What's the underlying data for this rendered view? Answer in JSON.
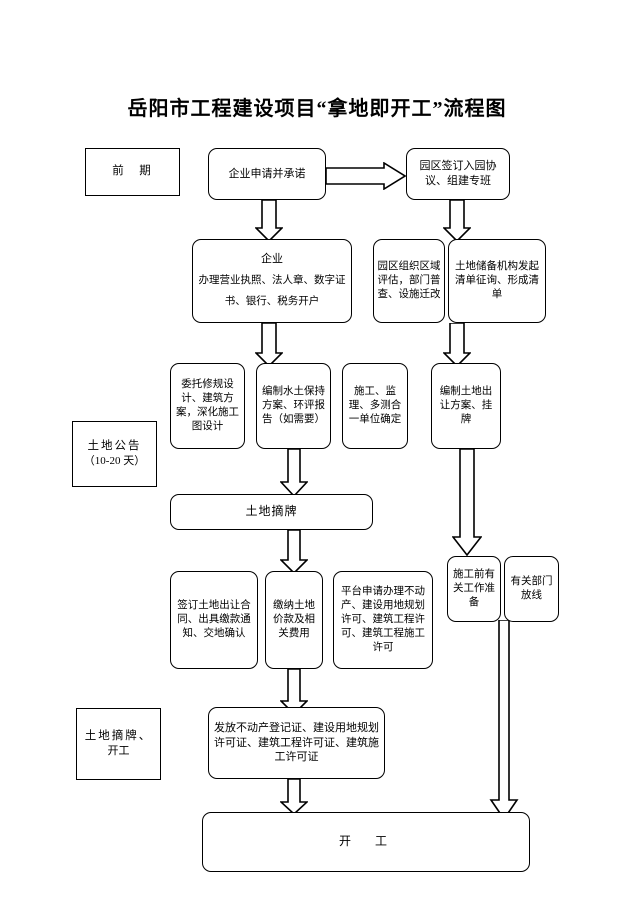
{
  "title": "岳阳市工程建设项目“拿地即开工”流程图",
  "stages": [
    {
      "id": "stage-early",
      "label": "前　期"
    },
    {
      "id": "stage-land-notice",
      "label": "土地公告",
      "sub": "（10-20 天）"
    },
    {
      "id": "stage-bid-start",
      "label": "土地摘牌、",
      "sub": "开工"
    }
  ],
  "nodes": {
    "apply": "企业申请并承诺",
    "park_agreement": "园区签订入园协议、组建专班",
    "enterprise_title": "企业",
    "enterprise_body": "办理营业执照、法人章、数字证书、银行、税务开户",
    "park_evaluation": "园区组织区域评估，部门普查、设施迁改",
    "land_reserve": "土地储备机构发起清单征询、形成清单",
    "design": "委托修规设计、建筑方案，深化施工图设计",
    "soil_water": "编制水土保持方案、环评报告（如需要）",
    "units": "施工、监理、多测合一单位确定",
    "transfer_plan": "编制土地出让方案、挂牌",
    "land_auction": "土地摘牌",
    "contract": "签订土地出让合同、出具缴款通知、交地确认",
    "payment": "缴纳土地价款及相关费用",
    "platform": "平台申请办理不动产、建设用地规划许可、建筑工程许可、建筑工程施工许可",
    "pre_construction": "施工前有关工作准备",
    "setting_out": "有关部门放线",
    "issue_certs": "发放不动产登记证、建设用地规划许可证、建筑工程许可证、建筑施工许可证",
    "start_work": "开　工"
  },
  "colors": {
    "stroke": "#000000",
    "background": "#ffffff"
  }
}
